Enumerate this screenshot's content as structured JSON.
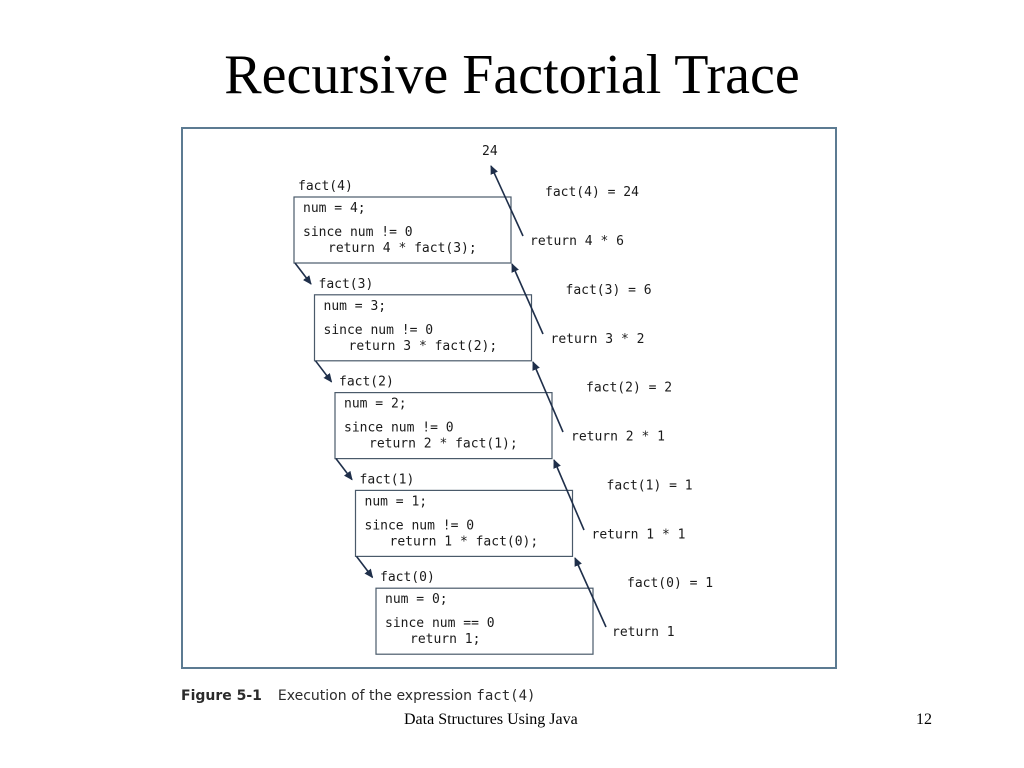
{
  "slide": {
    "title": "Recursive Factorial Trace"
  },
  "figure": {
    "result": "24",
    "frames": [
      {
        "call": "fact(4)",
        "assign": "num = 4;",
        "condition": "since num != 0",
        "action": "return 4 * fact(3);",
        "value_label": "fact(4) = 24",
        "return_label": "return 4 * 6"
      },
      {
        "call": "fact(3)",
        "assign": "num = 3;",
        "condition": "since num != 0",
        "action": "return 3 * fact(2);",
        "value_label": "fact(3) = 6",
        "return_label": "return 3 * 2"
      },
      {
        "call": "fact(2)",
        "assign": "num = 2;",
        "condition": "since num != 0",
        "action": "return 2 * fact(1);",
        "value_label": "fact(2) = 2",
        "return_label": "return 2 * 1"
      },
      {
        "call": "fact(1)",
        "assign": "num = 1;",
        "condition": "since num != 0",
        "action": "return 1 * fact(0);",
        "value_label": "fact(1) = 1",
        "return_label": "return 1 * 1"
      },
      {
        "call": "fact(0)",
        "assign": "num = 0;",
        "condition": "since num == 0",
        "action": "return 1;",
        "value_label": "fact(0) = 1",
        "return_label": "return 1"
      }
    ],
    "caption": {
      "number": "Figure 5-1",
      "text": "Execution of the expression",
      "code": "fact(4)"
    },
    "colors": {
      "frame_border": "#5c7b92",
      "box_border": "#4a5a6a",
      "arrow": "#1f2f4a"
    }
  },
  "footer": {
    "course": "Data Structures Using Java",
    "page": "12"
  }
}
